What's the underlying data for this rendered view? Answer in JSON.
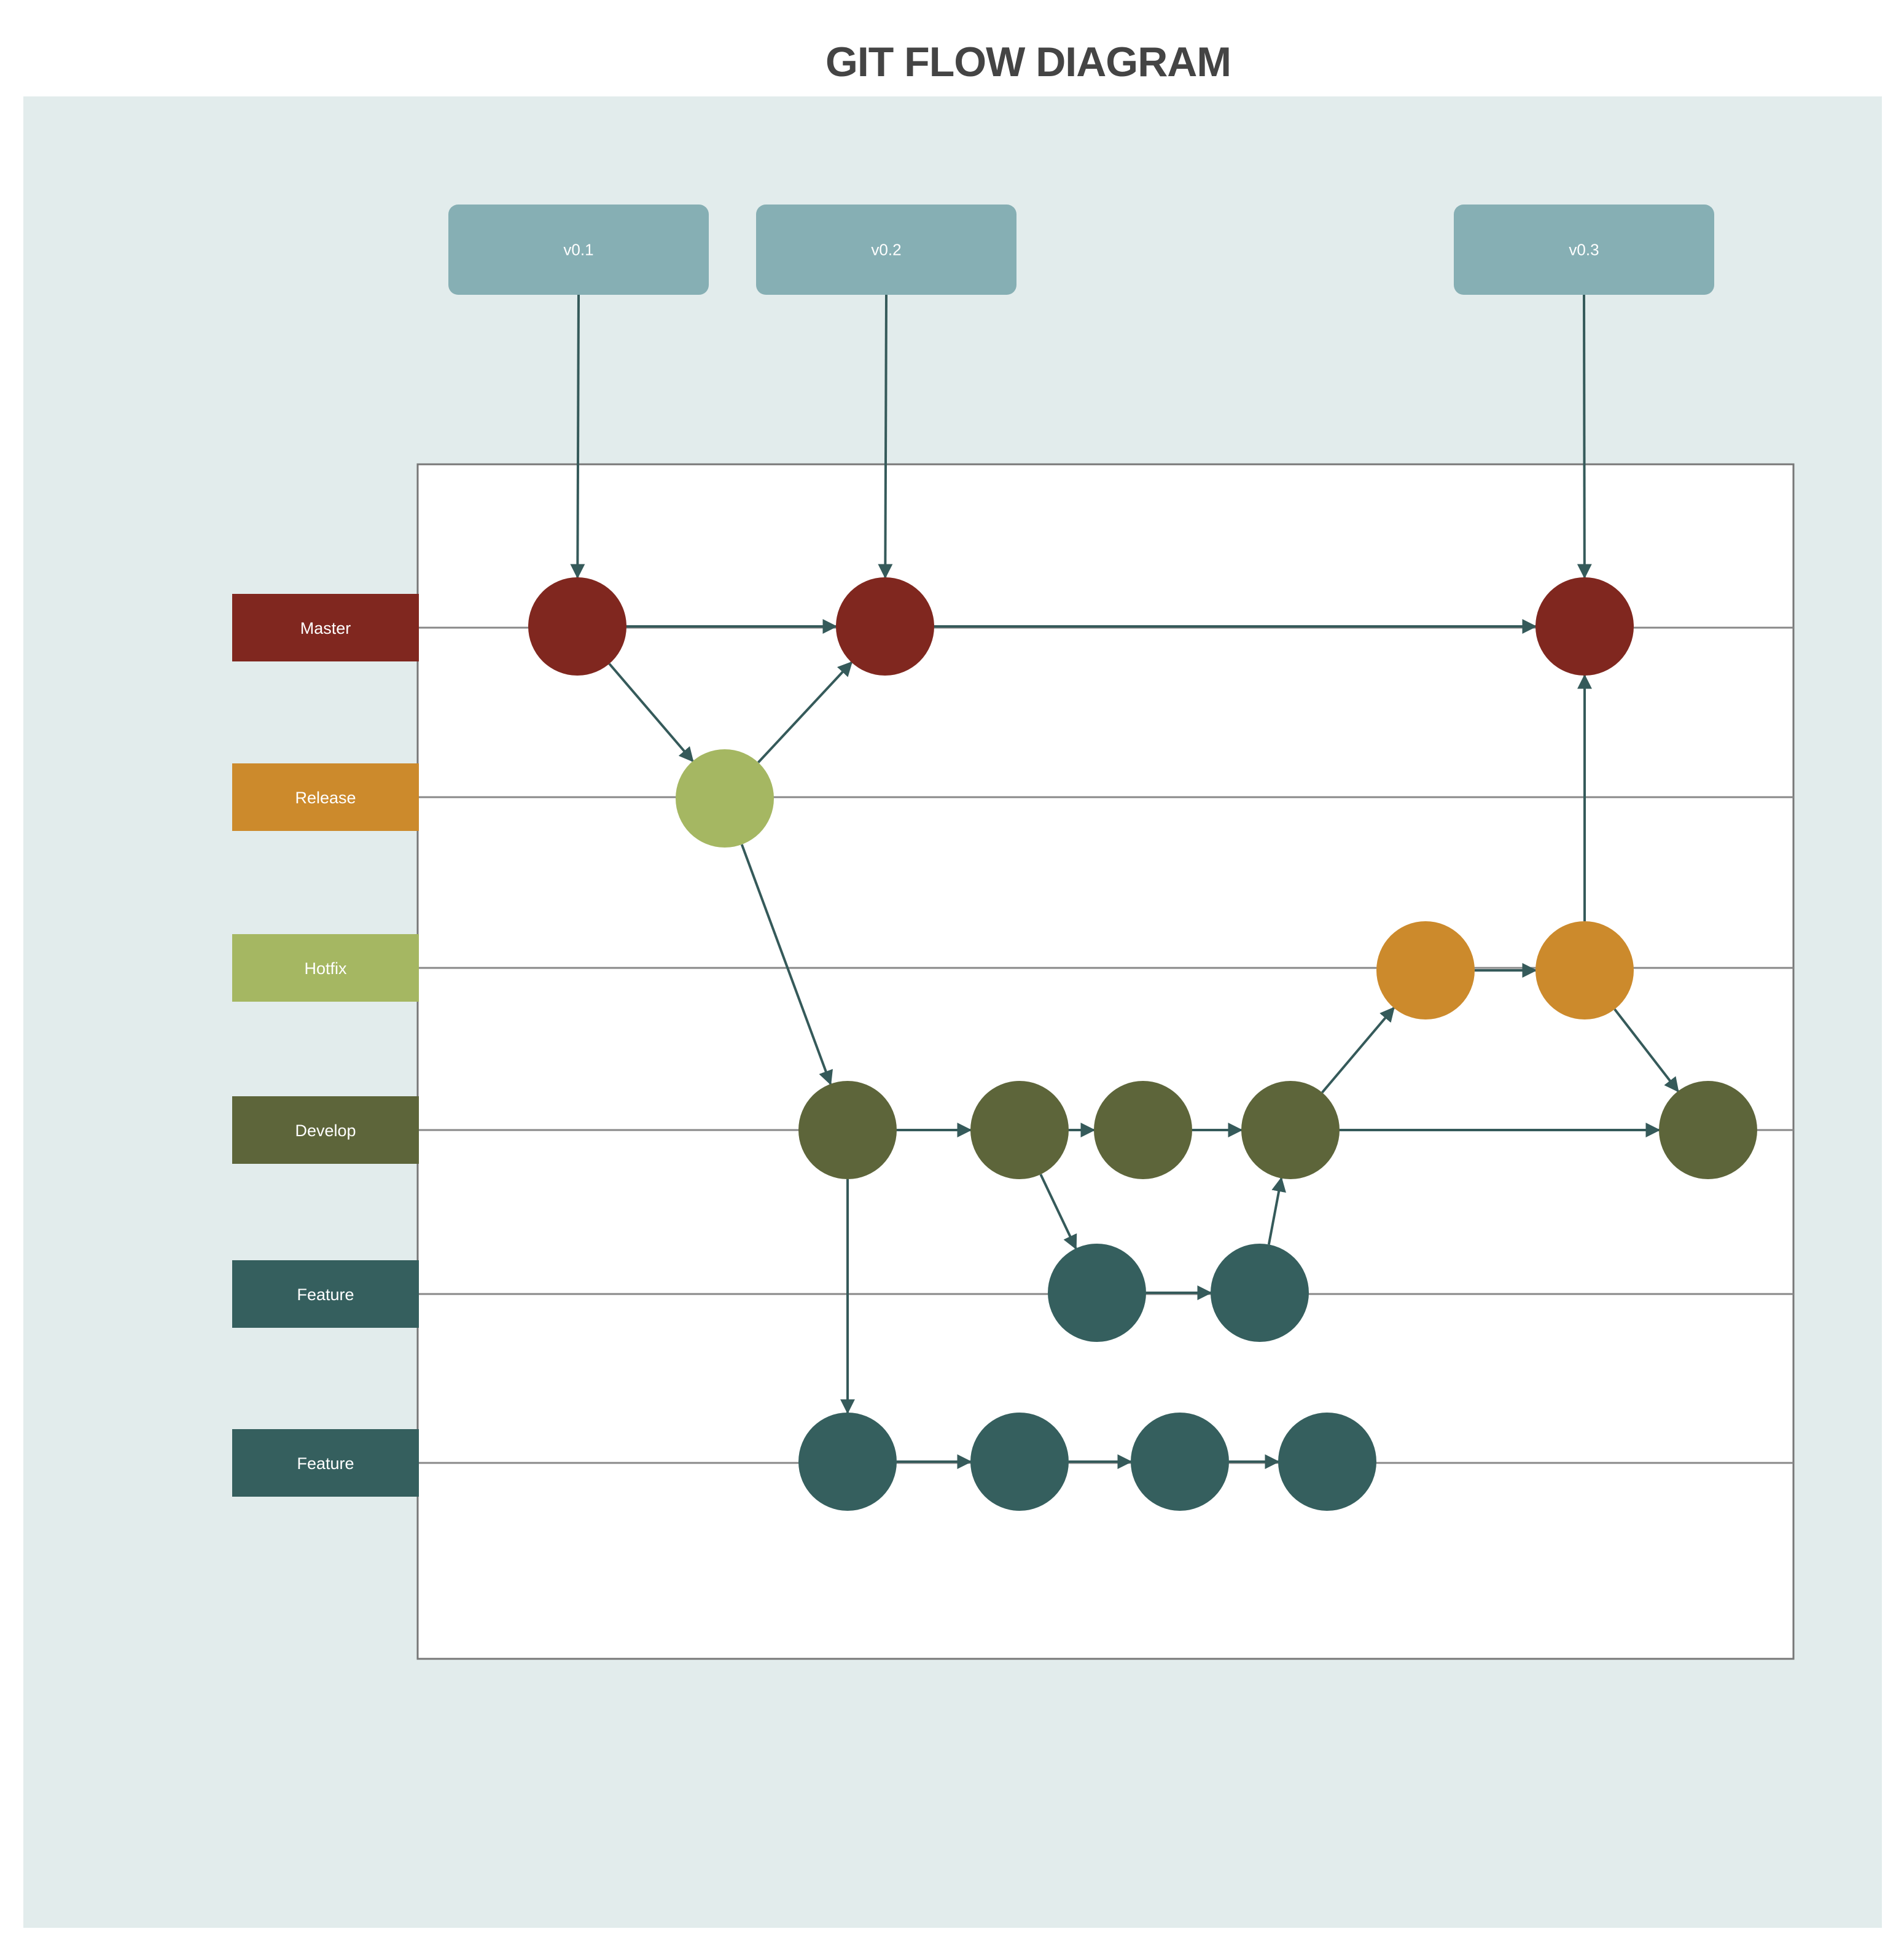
{
  "title": "GIT FLOW DIAGRAM",
  "colors": {
    "background_panel": "#e2ecec",
    "frame_border": "#777777",
    "lane_line": "#888888",
    "arrow": "#355a5a",
    "tag_box": "#86afb4",
    "master": "#80271f",
    "release": "#cc8a2c",
    "hotfix": "#a5b762",
    "develop": "#5d653a",
    "feature": "#355f5e"
  },
  "tags": [
    {
      "id": "t1",
      "label": "v0.1"
    },
    {
      "id": "t2",
      "label": "v0.2"
    },
    {
      "id": "t3",
      "label": "v0.3"
    }
  ],
  "lanes": [
    {
      "id": "master",
      "label": "Master",
      "color": "#80271f"
    },
    {
      "id": "release",
      "label": "Release",
      "color": "#cc8a2c"
    },
    {
      "id": "hotfix",
      "label": "Hotfix",
      "color": "#a5b762"
    },
    {
      "id": "develop",
      "label": "Develop",
      "color": "#5d653a"
    },
    {
      "id": "feature1",
      "label": "Feature",
      "color": "#355f5e"
    },
    {
      "id": "feature2",
      "label": "Feature",
      "color": "#355f5e"
    }
  ],
  "commits": [
    {
      "id": "m1",
      "lane": "master",
      "color": "#80271f"
    },
    {
      "id": "m2",
      "lane": "master",
      "color": "#80271f"
    },
    {
      "id": "m3",
      "lane": "master",
      "color": "#80271f"
    },
    {
      "id": "r1",
      "lane": "release",
      "color": "#a5b762"
    },
    {
      "id": "h1",
      "lane": "hotfix",
      "color": "#cc8a2c"
    },
    {
      "id": "h2",
      "lane": "hotfix",
      "color": "#cc8a2c"
    },
    {
      "id": "d1",
      "lane": "develop",
      "color": "#5d653a"
    },
    {
      "id": "d2",
      "lane": "develop",
      "color": "#5d653a"
    },
    {
      "id": "d3",
      "lane": "develop",
      "color": "#5d653a"
    },
    {
      "id": "d4",
      "lane": "develop",
      "color": "#5d653a"
    },
    {
      "id": "d5",
      "lane": "develop",
      "color": "#5d653a"
    },
    {
      "id": "fa1",
      "lane": "feature1",
      "color": "#355f5e"
    },
    {
      "id": "fa2",
      "lane": "feature1",
      "color": "#355f5e"
    },
    {
      "id": "fb1",
      "lane": "feature2",
      "color": "#355f5e"
    },
    {
      "id": "fb2",
      "lane": "feature2",
      "color": "#355f5e"
    },
    {
      "id": "fb3",
      "lane": "feature2",
      "color": "#355f5e"
    },
    {
      "id": "fb4",
      "lane": "feature2",
      "color": "#355f5e"
    }
  ],
  "edges": [
    {
      "from": "t1",
      "to": "m1"
    },
    {
      "from": "t2",
      "to": "m2"
    },
    {
      "from": "t3",
      "to": "m3"
    },
    {
      "from": "m1",
      "to": "m2"
    },
    {
      "from": "m2",
      "to": "m3"
    },
    {
      "from": "m1",
      "to": "r1"
    },
    {
      "from": "r1",
      "to": "m2"
    },
    {
      "from": "r1",
      "to": "d1"
    },
    {
      "from": "d1",
      "to": "d2"
    },
    {
      "from": "d2",
      "to": "d3"
    },
    {
      "from": "d3",
      "to": "d4"
    },
    {
      "from": "d4",
      "to": "d5"
    },
    {
      "from": "d2",
      "to": "fa1"
    },
    {
      "from": "fa1",
      "to": "fa2"
    },
    {
      "from": "fa2",
      "to": "d4"
    },
    {
      "from": "d4",
      "to": "h1"
    },
    {
      "from": "h1",
      "to": "h2"
    },
    {
      "from": "h2",
      "to": "m3"
    },
    {
      "from": "h2",
      "to": "d5"
    },
    {
      "from": "d1",
      "to": "fb1"
    },
    {
      "from": "fb1",
      "to": "fb2"
    },
    {
      "from": "fb2",
      "to": "fb3"
    },
    {
      "from": "fb3",
      "to": "fb4"
    }
  ]
}
